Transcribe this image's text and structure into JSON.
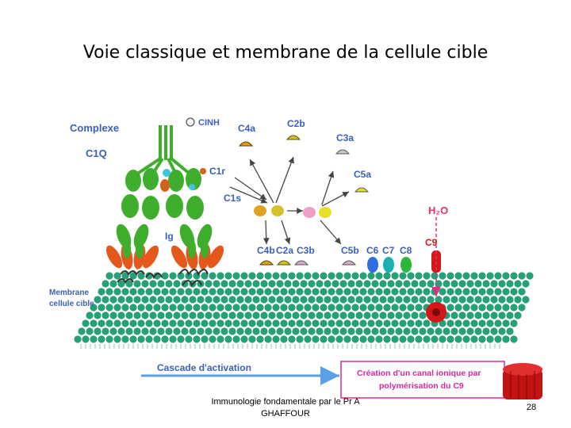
{
  "slide": {
    "title": "Voie classique et membrane de la cellule cible",
    "footer": "Immunologie fondamentale par le Pr A GHAFFOUR",
    "page_number": "28"
  },
  "diagram": {
    "labels": {
      "complexe": "Complexe",
      "c1q": "C1Q",
      "cinh": "CINH",
      "c1r": "C1r",
      "c1s": "C1s",
      "ig": "Ig",
      "c4a": "C4a",
      "c2b": "C2b",
      "c3a": "C3a",
      "c5a": "C5a",
      "c4b": "C4b",
      "c2a": "C2a",
      "c3b": "C3b",
      "c5b": "C5b",
      "c6": "C6",
      "c7": "C7",
      "c8": "C8",
      "c9": "C9",
      "h2o": "H₂O",
      "membrane_line1": "Membrane",
      "membrane_line2": "cellule cible",
      "cascade": "Cascade d'activation",
      "channel_line1": "Création d'un canal ionique par",
      "channel_line2": "polymérisation du C9"
    },
    "colors": {
      "blue_label": "#3b5fb8",
      "channel_text": "#d02aa0",
      "h2o_pink": "#e0307a",
      "membrane_green": "#27a079",
      "c9_red": "#d41818",
      "c1q_green": "#3fae2d",
      "ig_orange": "#e4581c"
    }
  }
}
